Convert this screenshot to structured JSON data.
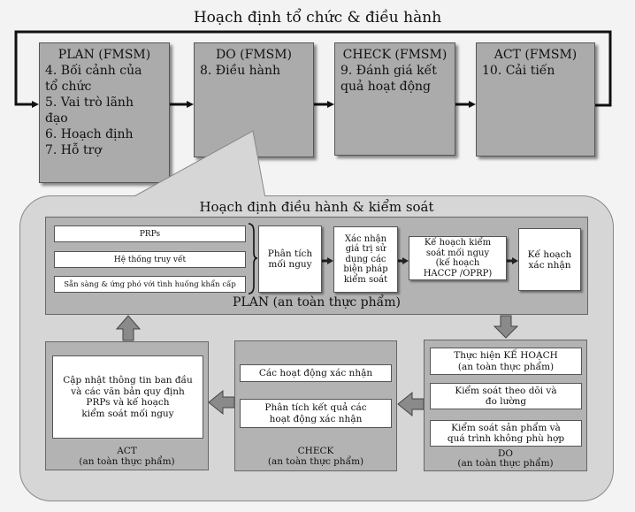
{
  "title": "Hoạch định tổ chức & điều hành",
  "fmsm_boxes": [
    {
      "head": "PLAN (FMSM)",
      "lines": [
        "4. Bối cảnh của",
        "tổ chức",
        "5. Vai trò lãnh",
        "đạo",
        "6. Hoạch định",
        "7. Hỗ trợ"
      ]
    },
    {
      "head": "DO (FMSM)",
      "lines": [
        "8. Điều hành"
      ]
    },
    {
      "head": "CHECK (FMSM)",
      "lines": [
        "9. Đánh giá kết",
        "quả hoạt động"
      ]
    },
    {
      "head": "ACT (FMSM)",
      "lines": [
        "10. Cải tiến"
      ]
    }
  ],
  "section_title": "Hoạch định điều hành & kiểm soát",
  "plan": {
    "label": "PLAN (an toàn thực phẩm)",
    "prereqs": [
      "PRPs",
      "Hệ thống truy vết",
      "Sẵn sàng & ứng phó với tình huống khẩn cấp"
    ],
    "steps": [
      [
        "Phân tích",
        "mối nguy"
      ],
      [
        "Xác nhận",
        "giá trị sử",
        "dụng các",
        "biện pháp",
        "kiểm soát"
      ],
      [
        "Kế hoạch kiểm",
        "soát mối nguy",
        "(kế hoạch",
        "HACCP /OPRP)"
      ],
      [
        "Kế hoạch",
        "xác nhận"
      ]
    ]
  },
  "act": {
    "box": [
      "Cập nhật thông tin ban đầu",
      "và các văn bản quy định",
      "PRPs và kế hoạch",
      "kiểm soát mối nguy"
    ],
    "label": "ACT",
    "sublabel": "(an toàn thực phẩm)"
  },
  "check": {
    "items": [
      [
        "Các hoạt động xác nhận"
      ],
      [
        "Phân tích kết quả các",
        "hoạt động xác nhận"
      ]
    ],
    "label": "CHECK",
    "sublabel": "(an toàn thực phẩm)"
  },
  "do": {
    "items": [
      [
        "Thực hiện KẾ HOẠCH",
        "(an toàn thực phẩm)"
      ],
      [
        "Kiểm soát theo dõi và",
        "đo lường"
      ],
      [
        "Kiểm soát sản phẩm và",
        "quá trình không phù hợp"
      ]
    ],
    "label": "DO",
    "sublabel": "(an toàn thực phẩm)"
  }
}
